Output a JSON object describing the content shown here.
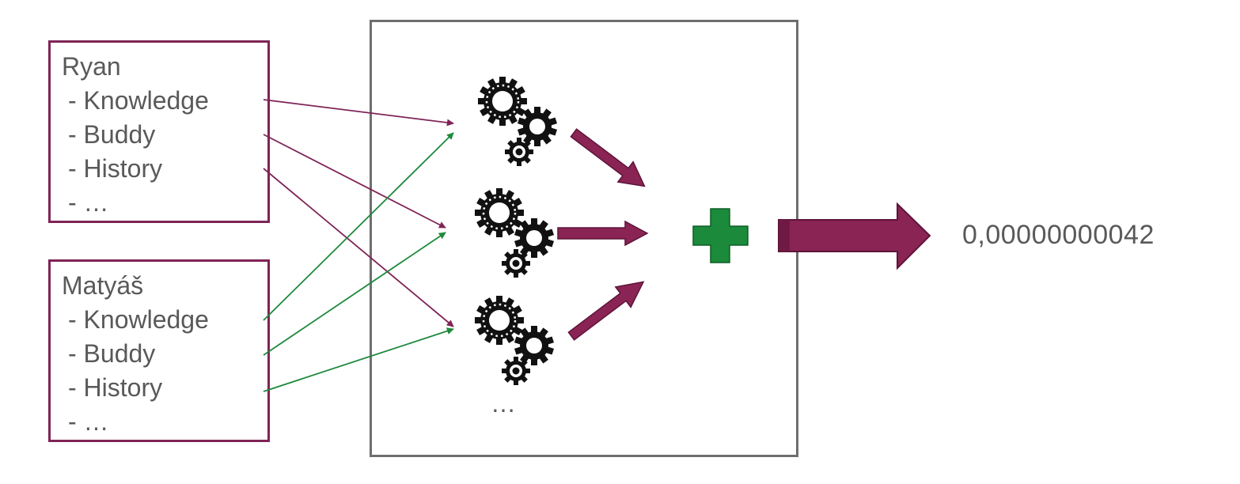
{
  "persons": [
    {
      "name": "Ryan",
      "features": [
        "- Knowledge",
        "- Buddy",
        "- History",
        "- …"
      ]
    },
    {
      "name": "Matyáš",
      "features": [
        "- Knowledge",
        "- Buddy",
        "- History",
        "- …"
      ]
    }
  ],
  "model": {
    "ellipsis": "…"
  },
  "output": {
    "value": "0,00000000042"
  },
  "colors": {
    "ryan_link": "#7f2456",
    "matyas_link": "#1e8a3c",
    "arrow": "#8a2454",
    "plus": "#1b8a3a",
    "box_border": "#6e6e6e"
  }
}
